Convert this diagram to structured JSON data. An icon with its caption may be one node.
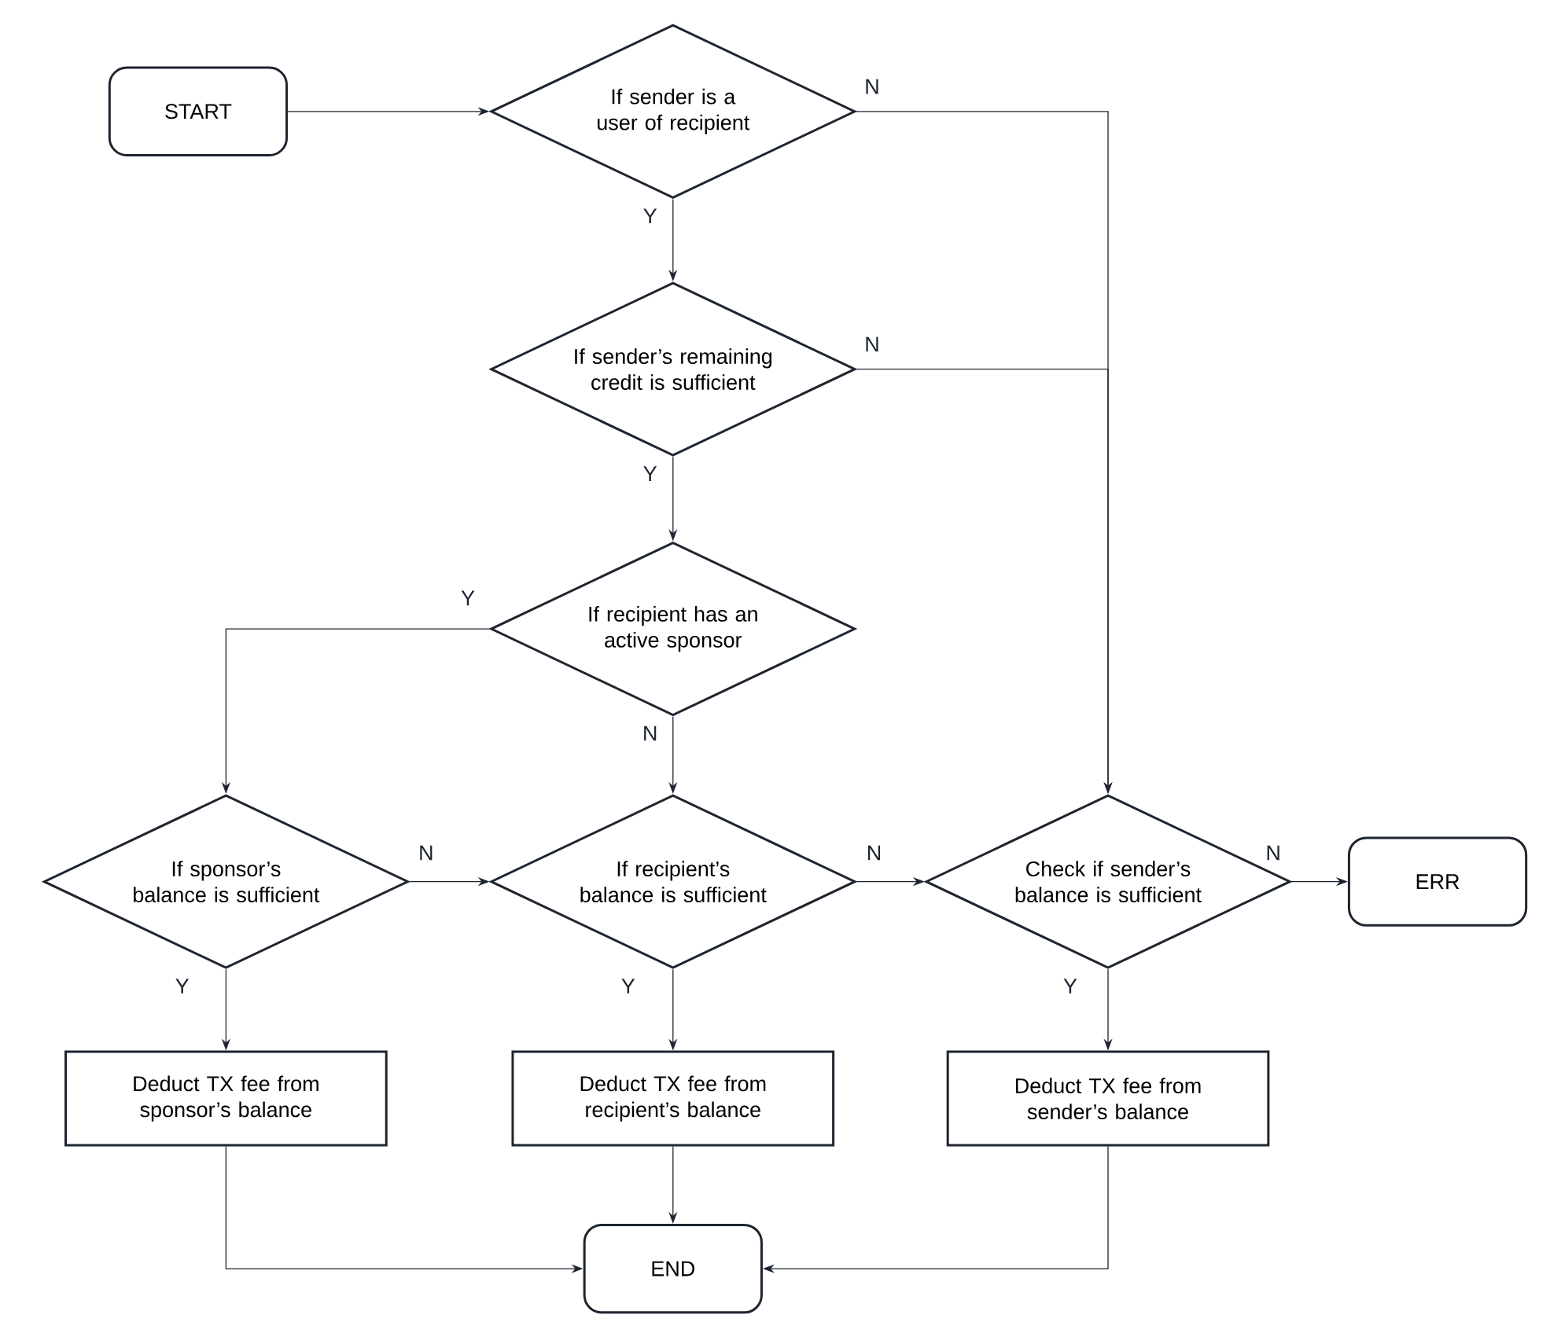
{
  "diagram": {
    "nodes": [
      {
        "text": [
          "START"
        ]
      },
      {
        "text": [
          "If sender is a user of recipient"
        ]
      },
      {
        "text": [
          "If sender’s remaining credit is sufficient"
        ]
      },
      {
        "text": [
          "If recipient has an active sponsor"
        ]
      },
      {
        "text": [
          "If sponsor’s balance is sufficient"
        ]
      },
      {
        "text": [
          "If recipient’s balance is sufficient"
        ]
      },
      {
        "text": [
          "Check if sender’s balance is sufficient"
        ]
      },
      {
        "text": [
          "ERR"
        ]
      },
      {
        "text": [
          "Deduct TX fee from sponsor’s balance"
        ]
      },
      {
        "text": [
          "Deduct TX fee from recipient’s balance"
        ]
      },
      {
        "text": [
          "Deduct TX fee from sender’s balance"
        ]
      },
      {
        "text": [
          "END"
        ]
      }
    ],
    "edges": [
      {
        "from": 0,
        "to": 1,
        "arrow": "to"
      },
      {
        "from": 1,
        "to": 2,
        "arrow": "to",
        "label": "Y"
      },
      {
        "from": 1,
        "to": 6,
        "arrow": "to",
        "label": "N"
      },
      {
        "from": 2,
        "to": 6,
        "arrow": "to",
        "label": "N"
      },
      {
        "from": 2,
        "to": 3,
        "arrow": "to",
        "label": "Y"
      },
      {
        "from": 3,
        "to": 4,
        "arrow": "to",
        "label": "Y"
      },
      {
        "from": 3,
        "to": 5,
        "arrow": "to",
        "label": "N"
      },
      {
        "from": 4,
        "to": 5,
        "arrow": "to",
        "label": "N"
      },
      {
        "from": 4,
        "to": 8,
        "arrow": "to",
        "label": "Y"
      },
      {
        "from": 5,
        "to": 6,
        "arrow": "to",
        "label": "N"
      },
      {
        "from": 5,
        "to": 9,
        "arrow": "to",
        "label": "Y"
      },
      {
        "from": 6,
        "to": 7,
        "arrow": "to",
        "label": "N"
      },
      {
        "from": 6,
        "to": 10,
        "arrow": "to",
        "label": "Y"
      },
      {
        "from": 8,
        "to": 11,
        "arrow": "to"
      },
      {
        "from": 9,
        "to": 11,
        "arrow": "to"
      },
      {
        "from": 10,
        "to": 11,
        "arrow": "to"
      }
    ]
  }
}
